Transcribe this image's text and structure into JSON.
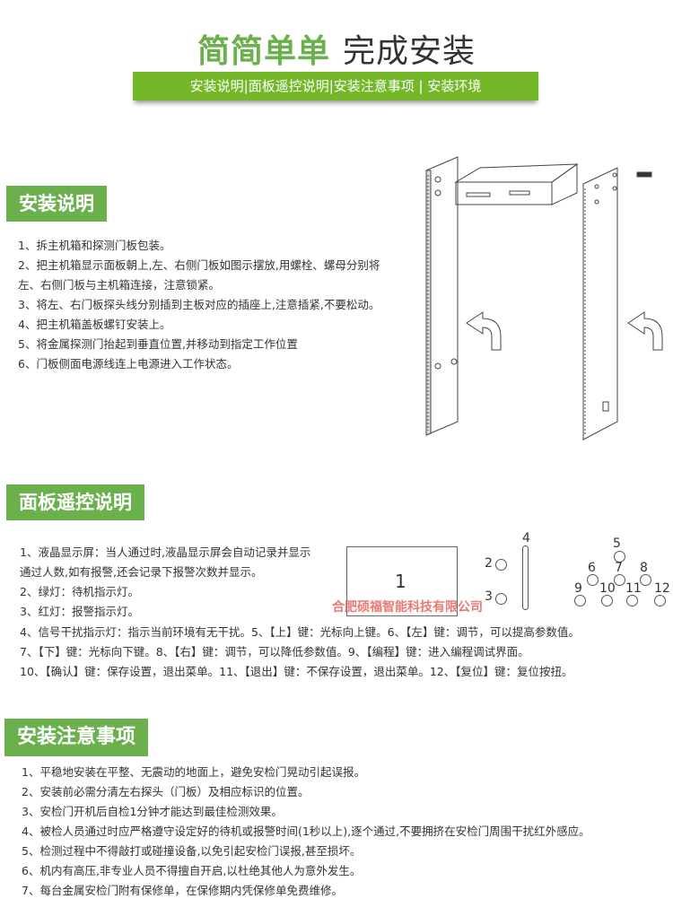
{
  "header": {
    "title_green": "简简单单",
    "title_dark": "完成安装",
    "nav": "安装说明|面板遥控说明|安装注意事项 | 安装环境"
  },
  "install": {
    "heading": "安装说明",
    "items": [
      "1、拆主机箱和探测门板包装。",
      "2、把主机箱显示面板朝上,左、右侧门板如图示摆放,用螺栓、螺母分别将左、右侧门板与主机箱连接，注意锁紧。",
      "3、将左、右门板探头线分别插到主板对应的插座上,注意插紧,不要松动。",
      "4、把主机箱盖板螺钉安装上。",
      "5、将金属探测门抬起到垂直位置,并移动到指定工作位置",
      "6、门板侧面电源线连上电源进入工作状态。"
    ]
  },
  "panel": {
    "heading": "面板遥控说明",
    "items": [
      "1、液晶显示屏：当人通过时,液晶显示屏会自动记录并显示通过人数,如有报警,还会记录下报警次数并显示。",
      "2、绿灯：待机指示灯。",
      "3、红灯：报警指示灯。"
    ],
    "wide_items": [
      "4、信号干扰指示灯：指示当前环境有无干扰。5、【上】键：光标向上键。6、【左】键：调节，可以提高参数值。",
      "7、【下】键：光标向下键。8、【右】键：调节，可以降低参数值。9、【编程】键：进入编程调试界面。",
      "10、【确认】键：保存设置，退出菜单。11、【退出】键：不保存设置，退出菜单。12、【复位】键：复位按扭。"
    ],
    "diagram_labels": [
      "1",
      "2",
      "3",
      "4",
      "5",
      "6",
      "7",
      "8",
      "9",
      "10",
      "11",
      "12"
    ],
    "watermark": "合肥硕福智能科技有限公司"
  },
  "notes": {
    "heading": "安装注意事项",
    "items": [
      "1、平稳地安装在平整、无震动的地面上，避免安检门晃动引起误报。",
      "2、安装前必需分清左右探头（门板）及相应标识的位置。",
      "3、安检门开机后自检1分钟才能达到最佳检测效果。",
      "4、被检人员通过时应严格遵守设定好的待机或报警时间(1秒以上),逐个通过,不要拥挤在安检门周围干扰红外感应。",
      "5、检测过程中不得敲打或碰撞设备,以免引起安检门误报,甚至损坏。",
      "6、机内有高压,非专业人员不得擅自开启,以杜绝其他人为意外发生。",
      "7、每台金属安检门附有保修单，在保修期内凭保修单免费维修。"
    ]
  },
  "colors": {
    "green": "#6ab04c",
    "banner": "#74b829",
    "watermark": "#e8625a"
  }
}
